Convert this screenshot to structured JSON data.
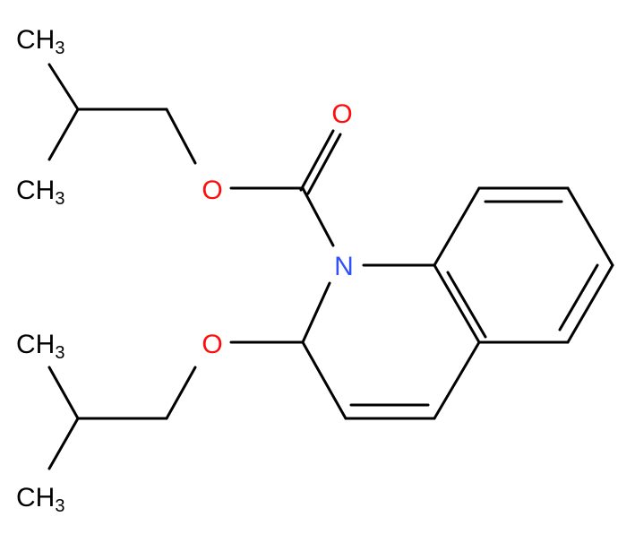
{
  "molecule": {
    "labels": {
      "o_carbonyl": "O",
      "o_ester": "O",
      "o_ether": "O",
      "n_ring": "N",
      "ch3_a": "CH",
      "ch3_a_sub": "3",
      "ch3_b": "CH",
      "ch3_b_sub": "3",
      "ch3_c": "CH",
      "ch3_c_sub": "3",
      "ch3_d": "CH",
      "ch3_d_sub": "3"
    },
    "colors": {
      "bond": "#000000",
      "carbon_label": "#000000",
      "oxygen": "#ff0d0d",
      "nitrogen": "#3050f8"
    }
  }
}
